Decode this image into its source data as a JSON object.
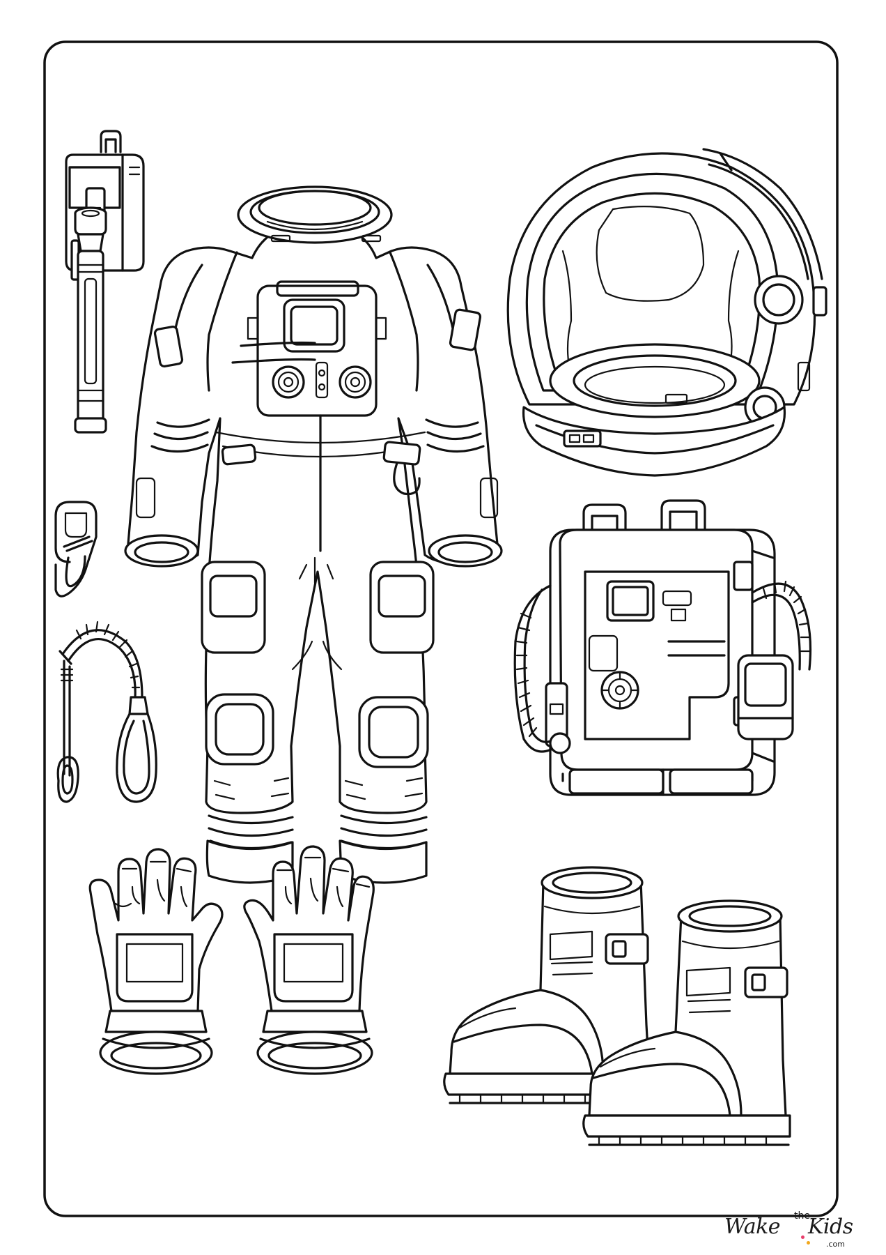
{
  "brand": {
    "word1": "Wake",
    "word2": "the",
    "word3": "Kids",
    "suffix": ".com",
    "dot_colors": [
      "#e83e6c",
      "#f2a81d"
    ]
  },
  "illustration": {
    "ink_color": "#111111",
    "items": [
      "pouch-icon",
      "flashlight-icon",
      "carabiner-icon",
      "tether-icon",
      "spacesuit-icon",
      "helmet-icon",
      "backpack-icon",
      "glove-icon",
      "boot-icon"
    ]
  }
}
